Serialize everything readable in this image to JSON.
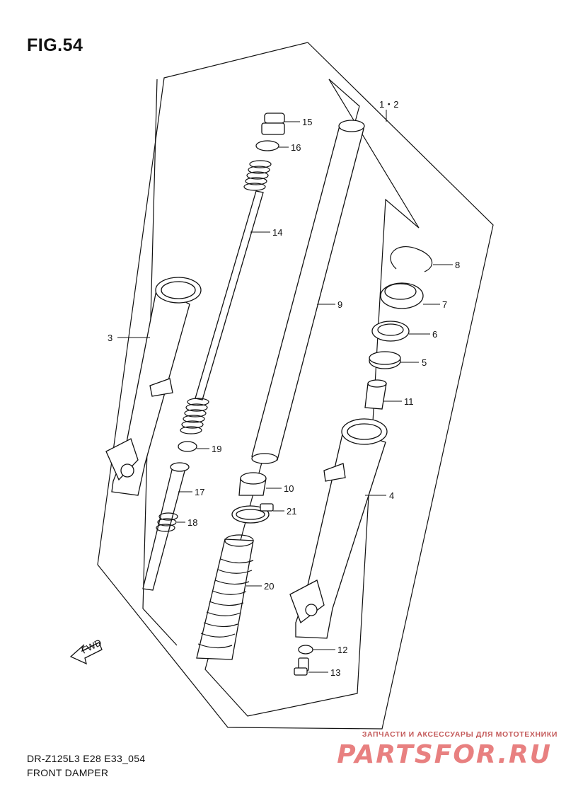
{
  "figure": {
    "title": "FIG.54",
    "model_code": "DR-Z125L3 E28 E33_054",
    "caption": "FRONT DAMPER",
    "fwd_label": "FWD"
  },
  "callouts": [
    {
      "id": "c15",
      "label": "15"
    },
    {
      "id": "c16",
      "label": "16"
    },
    {
      "id": "c14",
      "label": "14"
    },
    {
      "id": "c12top",
      "label": "1・2"
    },
    {
      "id": "c8",
      "label": "8"
    },
    {
      "id": "c7",
      "label": "7"
    },
    {
      "id": "c9",
      "label": "9"
    },
    {
      "id": "c6",
      "label": "6"
    },
    {
      "id": "c5",
      "label": "5"
    },
    {
      "id": "c3",
      "label": "3"
    },
    {
      "id": "c11",
      "label": "11"
    },
    {
      "id": "c19",
      "label": "19"
    },
    {
      "id": "c10",
      "label": "10"
    },
    {
      "id": "c4",
      "label": "4"
    },
    {
      "id": "c17",
      "label": "17"
    },
    {
      "id": "c21",
      "label": "21"
    },
    {
      "id": "c18",
      "label": "18"
    },
    {
      "id": "c20",
      "label": "20"
    },
    {
      "id": "c12",
      "label": "12"
    },
    {
      "id": "c13",
      "label": "13"
    }
  ],
  "watermark": {
    "tagline": "ЗАПЧАСТИ И АКСЕССУАРЫ ДЛЯ МОТОТЕХНИКИ",
    "brand": "PARTSFOR.RU"
  }
}
